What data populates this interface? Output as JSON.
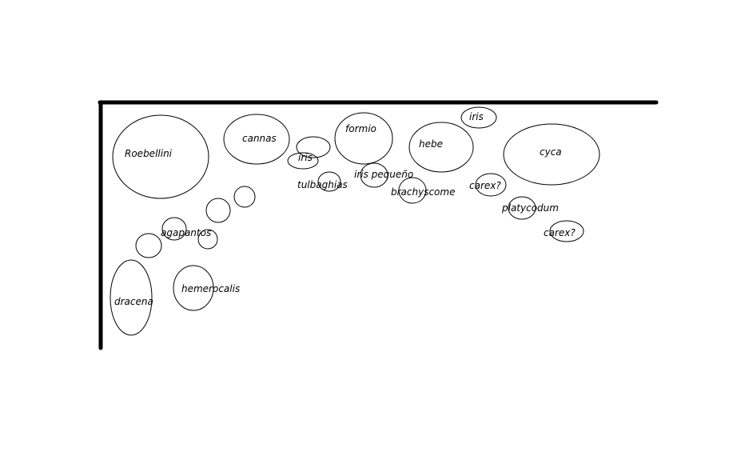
{
  "colors": {
    "ink": "#000000",
    "background": "#ffffff"
  },
  "plants": [
    {
      "id": "roebellini",
      "label": "Roebellini"
    },
    {
      "id": "cannas",
      "label": "cannas"
    },
    {
      "id": "iris-1",
      "label": "iris"
    },
    {
      "id": "formio",
      "label": "formio"
    },
    {
      "id": "iris-pequeno",
      "label": "iris pequeño"
    },
    {
      "id": "tulbaghias",
      "label": "tulbaghias"
    },
    {
      "id": "hebe",
      "label": "hebe"
    },
    {
      "id": "iris-2",
      "label": "iris"
    },
    {
      "id": "brachyscome",
      "label": "brachyscome"
    },
    {
      "id": "cyca",
      "label": "cyca"
    },
    {
      "id": "carex-1",
      "label": "carex?"
    },
    {
      "id": "platycodum",
      "label": "platycodum"
    },
    {
      "id": "carex-2",
      "label": "carex?"
    },
    {
      "id": "agapantos",
      "label": "agapantos"
    },
    {
      "id": "hemerocalis",
      "label": "hemerocalis"
    },
    {
      "id": "dracena",
      "label": "dracena"
    }
  ]
}
